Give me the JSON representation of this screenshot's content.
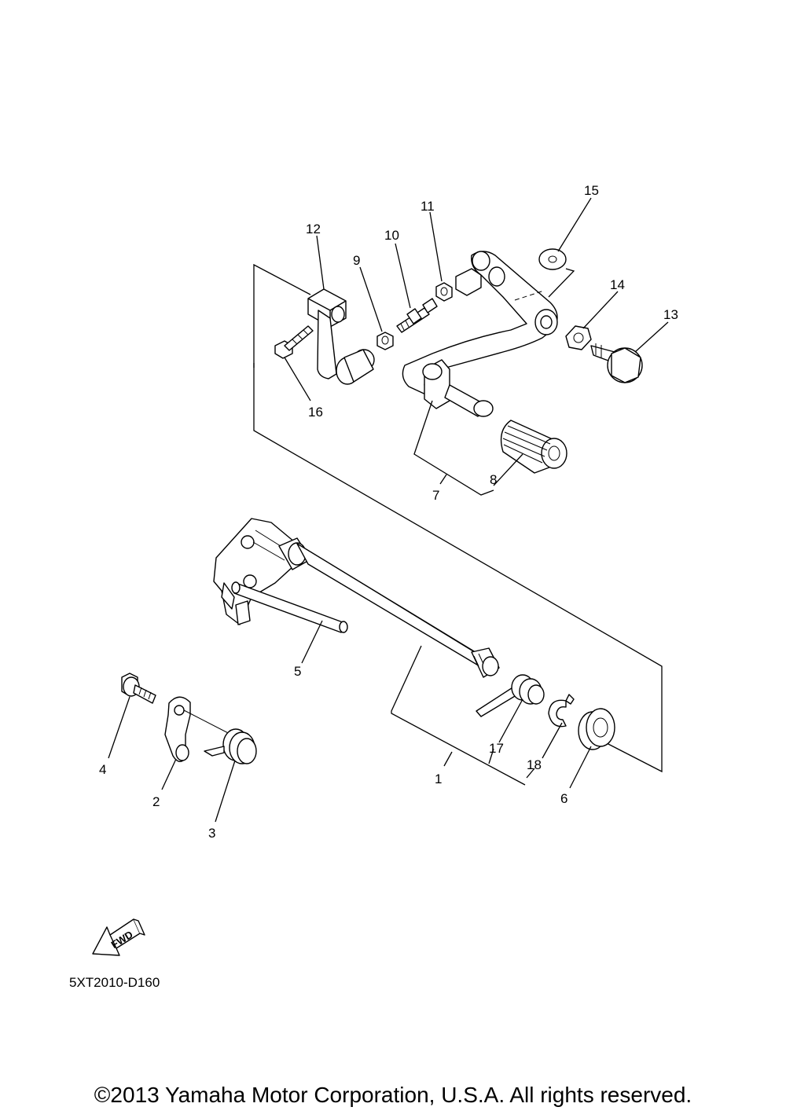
{
  "diagram": {
    "callouts": [
      {
        "id": "1",
        "label": "1"
      },
      {
        "id": "2",
        "label": "2"
      },
      {
        "id": "3",
        "label": "3"
      },
      {
        "id": "4",
        "label": "4"
      },
      {
        "id": "5",
        "label": "5"
      },
      {
        "id": "6",
        "label": "6"
      },
      {
        "id": "7",
        "label": "7"
      },
      {
        "id": "8",
        "label": "8"
      },
      {
        "id": "9",
        "label": "9"
      },
      {
        "id": "10",
        "label": "10"
      },
      {
        "id": "11",
        "label": "11"
      },
      {
        "id": "12",
        "label": "12"
      },
      {
        "id": "13",
        "label": "13"
      },
      {
        "id": "14",
        "label": "14"
      },
      {
        "id": "15",
        "label": "15"
      },
      {
        "id": "16",
        "label": "16"
      },
      {
        "id": "17",
        "label": "17"
      },
      {
        "id": "18",
        "label": "18"
      }
    ],
    "fwd_label": "FWD",
    "drawing_code": "5XT2010-D160"
  },
  "footer": {
    "copyright": "©2013 Yamaha Motor Corporation, U.S.A. All rights reserved."
  }
}
